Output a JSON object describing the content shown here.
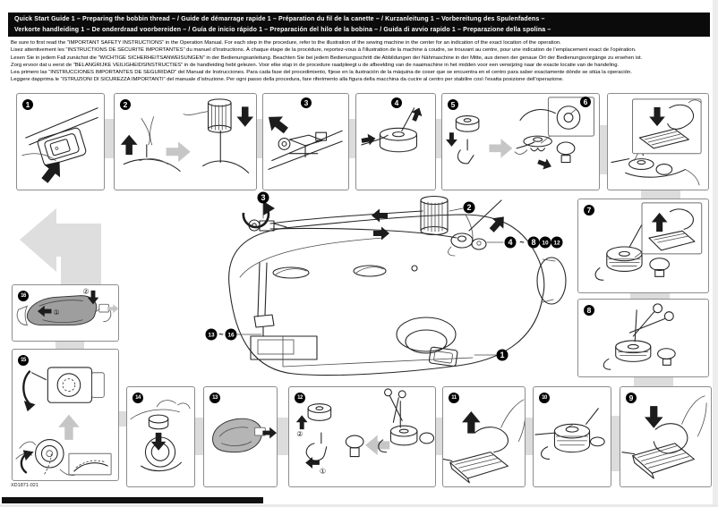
{
  "header": {
    "line1": "Quick Start Guide 1  – Preparing the bobbin thread – / Guide de démarrage rapide 1  – Préparation du fil de la canette – / Kurzanleitung 1 – Vorbereitung des Spulenfadens –",
    "line2": "Verkorte handleiding 1 – De onderdraad voorbereiden – / Guía de inicio rápido 1  – Preparación del hilo de la bobina – / Guida di avvio rapido 1  – Preparazione della spolina –"
  },
  "intro": {
    "en": "Be sure to first read the “IMPORTANT SAFETY INSTRUCTIONS” in the Operation Manual. For each step in the procedure, refer to the illustration of the sewing machine in the center for an indication of the exact location of the operation.",
    "fr": "Lisez attentivement les “INSTRUCTIONS DE SÉCURITÉ IMPORTANTES” du manuel d’instructions. À chaque étape de la procédure, reportez-vous à l’illustration de la machine à coudre, se trouvant au centre, pour une indication de l’emplacement exact de l’opération.",
    "de": "Lesen Sie in jedem Fall zunächst die “WICHTIGE SICHERHEITSANWEISUNGEN” in der Bedienungsanleitung. Beachten Sie bei jedem Bedienungsschritt die Abbildungen der Nähmaschine in der Mitte, aus denen der genaue Ort der Bedienungsvorgänge zu ersehen ist.",
    "nl": "Zorg ervoor dat u eerst de “BELANGRIJKE VEILIGHEIDSINSTRUCTIES” in de handleiding hebt gelezen. Voor elke stap in de procedure raadpleegt u de afbeelding van de naaimachine in het midden voor een verwijzing naar de exacte locatie van de handeling.",
    "es": "Lea primero las “INSTRUCCIONES IMPORTANTES DE SEGURIDAD” del Manual de Instrucciones. Para cada fase del procedimiento, fíjese en la ilustración de la máquina de coser que se encuentra en el centro para saber exactamente dónde se sitúa la operación.",
    "it": "Leggere dapprima le “ISTRUZIONI DI SICUREZZA IMPORTANTI” del manuale d’istruzione. Per ogni passo della procedura, fare riferimento alla figura della macchina da cucire al centro per stabilire così l’esatta posizione dell’operazione."
  },
  "steps": {
    "s1": "1",
    "s2": "2",
    "s3": "3",
    "s4": "4",
    "s5": "5",
    "s5_inset": "6",
    "s7": "7",
    "s8": "8",
    "s9": "9",
    "s10": "10",
    "s11": "11",
    "s12": "12",
    "s13": "13",
    "s14": "14",
    "s15": "15",
    "s16": "16",
    "s12_sub1": "①",
    "s12_sub2": "②",
    "s16_sub1": "①",
    "s16_sub2": "②"
  },
  "callouts": {
    "machine": "1",
    "spool": "2",
    "guide": "3",
    "winder": {
      "b4": "4",
      "tilde": "~",
      "b8": "8",
      "b10": "10",
      "b12": "12"
    },
    "plate": {
      "b13": "13",
      "tilde": "~",
      "b16": "16"
    }
  },
  "footer": {
    "part_number": "XD1871-021"
  }
}
